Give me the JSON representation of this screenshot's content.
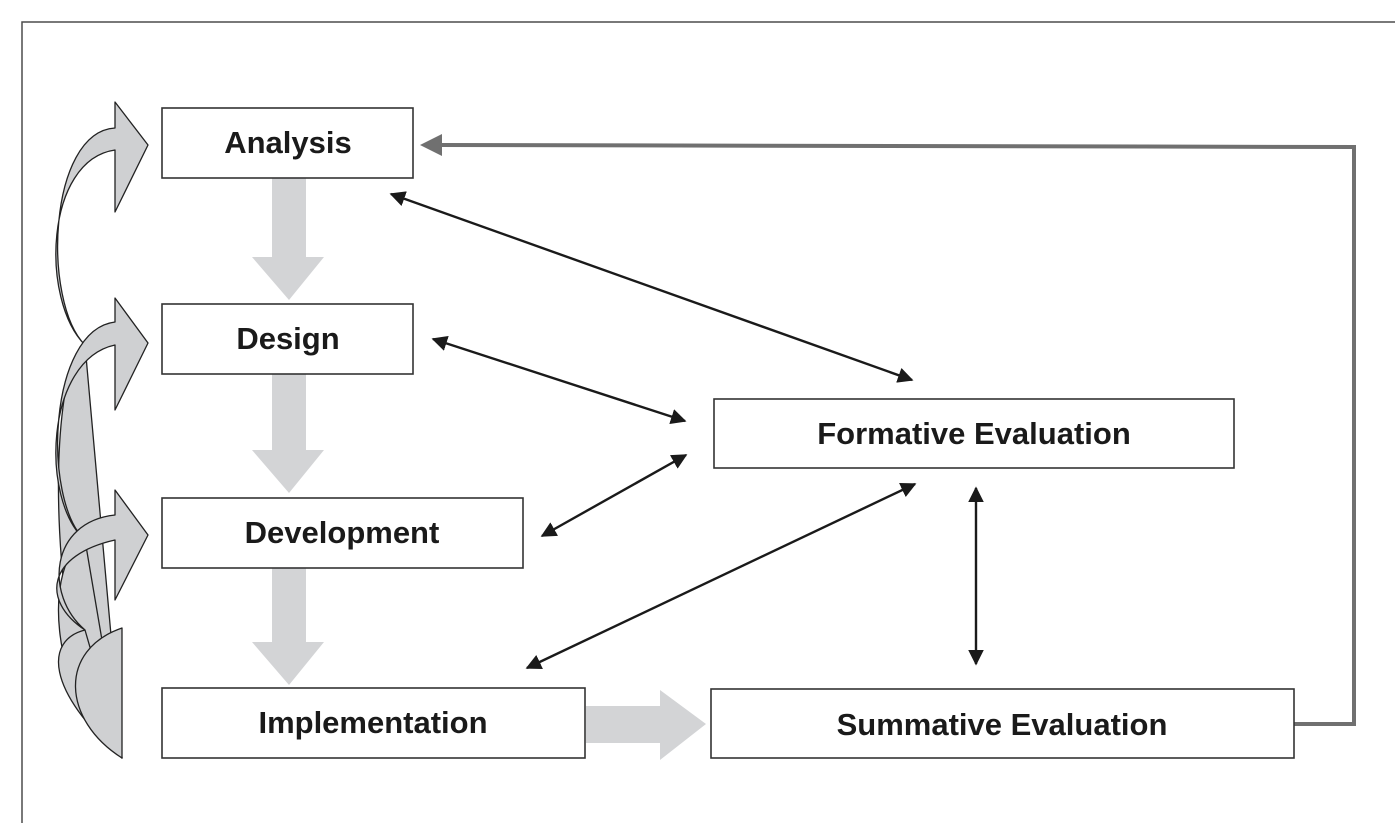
{
  "nodes": {
    "analysis": "Analysis",
    "design": "Design",
    "development": "Development",
    "implementation": "Implementation",
    "formative": "Formative Evaluation",
    "summative": "Summative Evaluation"
  },
  "colors": {
    "box_border": "#333333",
    "text": "#1a1a1a",
    "flow_arrow_fill": "#d3d4d6",
    "feedback_line": "#707070",
    "link_arrow": "#1a1a1a",
    "loop_arrow_shade": "#cfd0d2"
  }
}
